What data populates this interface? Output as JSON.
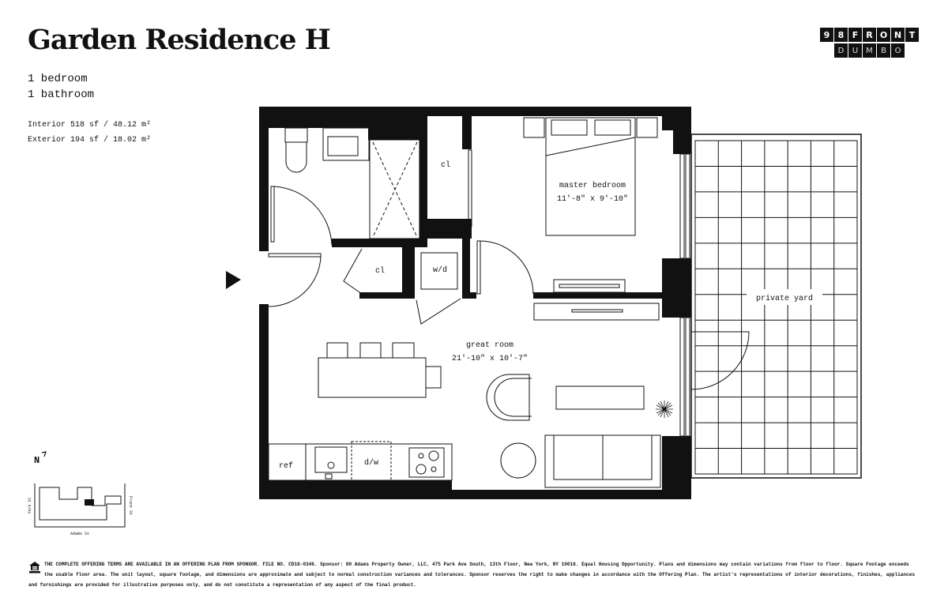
{
  "header": {
    "title": "Garden Residence H",
    "bedrooms": "1 bedroom",
    "bathrooms": "1 bathroom",
    "interior_area": "Interior 518 sf / 48.12 m²",
    "exterior_area": "Exterior 194 sf / 18.02 m²"
  },
  "logo": {
    "top_letters": [
      "9",
      "8",
      "F",
      "R",
      "O",
      "N",
      "T"
    ],
    "bottom_letters": [
      "D",
      "U",
      "M",
      "B",
      "O"
    ]
  },
  "plan": {
    "rooms": {
      "closet_1": "cl",
      "closet_2": "cl",
      "washer_dryer": "w/d",
      "master_bedroom": "master bedroom",
      "master_bedroom_dims": "11'-8\" x 9'-10\"",
      "great_room": "great room",
      "great_room_dims": "21'-10\" x 10'-7\"",
      "private_yard": "private yard",
      "refrigerator": "ref",
      "dishwasher": "d/w"
    }
  },
  "key_plan": {
    "north": "N",
    "streets": {
      "west": "York St",
      "east": "Front St",
      "south": "Adams St"
    }
  },
  "footer": {
    "lines": [
      "THE COMPLETE OFFERING TERMS ARE AVAILABLE IN AN OFFERING PLAN FROM SPONSOR. FILE NO. CD18-0346. Sponsor: 80 Adams Property Owner, LLC, 475 Park Ave South, 13th Floor, New York, NY 10016. Equal Housing Opportunity. Plans and dimensions may contain variations from floor to floor. Square Footage exceeds",
      "the usable floor area. The unit layout, square footage, and dimensions are approximate and subject to normal construction variances and tolerances. Sponsor reserves the right to make changes in accordance with the Offering Plan. The artist's representations of interior decorations, finishes, appliances",
      "and furnishings are provided for illustrative purposes only, and do not constitute a representation of any aspect of the final product."
    ]
  }
}
